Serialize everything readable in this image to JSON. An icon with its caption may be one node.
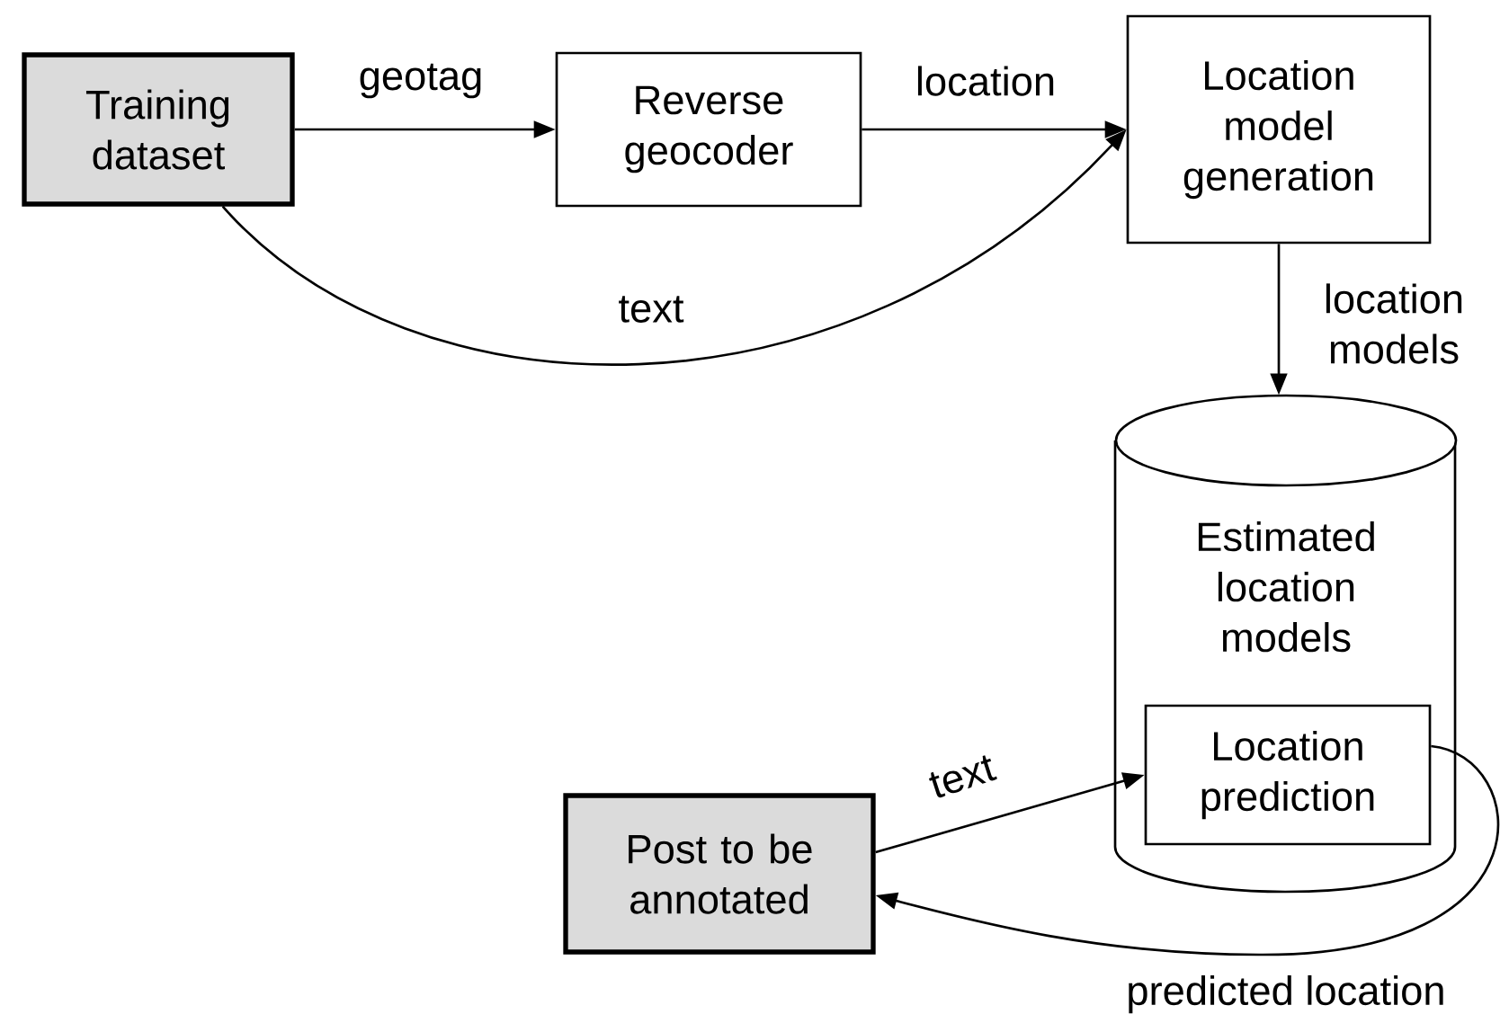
{
  "diagram": {
    "nodes": [
      {
        "text": [
          "Training dataset"
        ]
      },
      {
        "text": [
          "Reverse geocoder"
        ]
      },
      {
        "text": [
          "Location model generation"
        ]
      },
      {
        "text": [
          "Estimated location models"
        ]
      },
      {
        "text": [
          "Location prediction"
        ],
        "in": 3
      },
      {
        "text": [
          "Post to be annotated"
        ]
      }
    ],
    "edges": [
      {
        "from": 0,
        "to": 1,
        "arrow": "to",
        "label": "geotag"
      },
      {
        "from": 1,
        "to": 2,
        "arrow": "to",
        "label": "location"
      },
      {
        "from": 0,
        "to": 2,
        "arrow": "to",
        "label": "text"
      },
      {
        "from": 2,
        "to": 3,
        "arrow": "to",
        "label": "location models"
      },
      {
        "from": 5,
        "to": 4,
        "arrow": "to",
        "label": "text"
      },
      {
        "from": 4,
        "to": 5,
        "arrow": "to",
        "label": "predicted location"
      }
    ]
  }
}
